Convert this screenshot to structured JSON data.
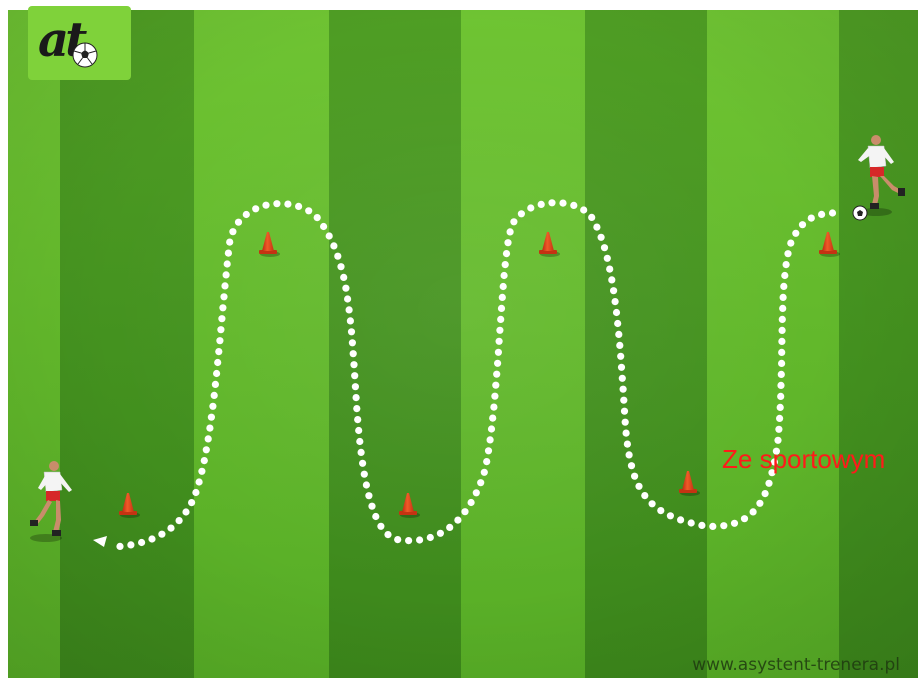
{
  "logo": {
    "text": "at"
  },
  "caption": "Ze sportowym",
  "watermark": "www.asystent-trenera.pl",
  "colors": {
    "grass_light": "#62b82b",
    "grass_dark": "#44921f",
    "cone": "#e8401c",
    "path_dot": "#ffffff",
    "caption": "#ff1a1a",
    "jersey": "#ffffff",
    "shorts": "#d62828"
  },
  "icons": [
    "logo-ball-icon",
    "cone-icon",
    "player-icon",
    "ball-icon",
    "arrow-head-icon"
  ]
}
